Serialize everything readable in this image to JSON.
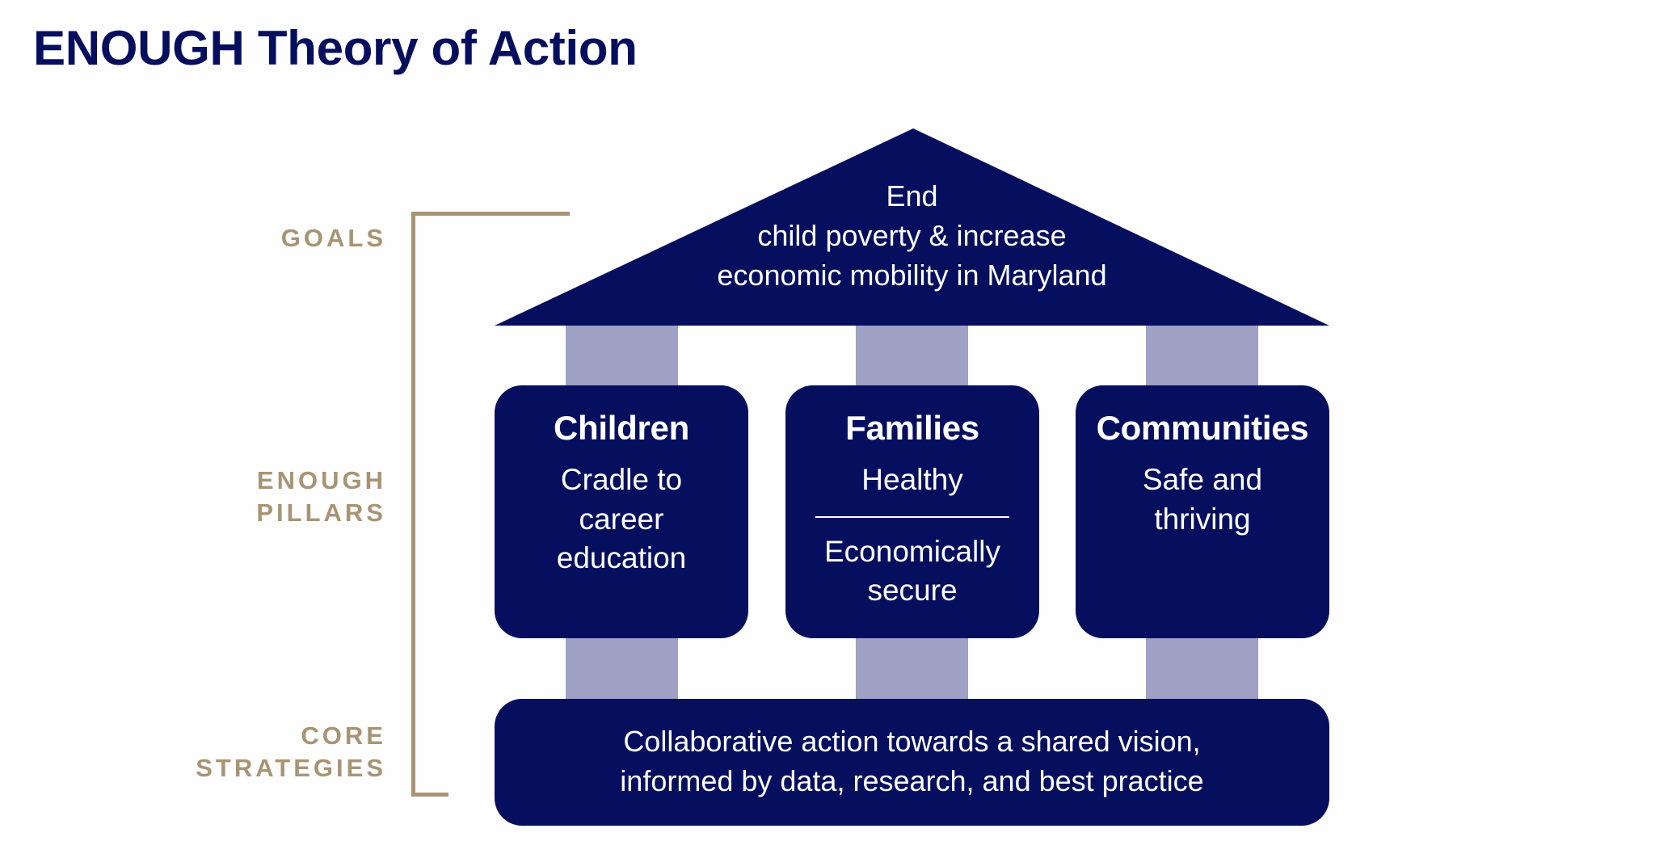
{
  "page": {
    "title": "ENOUGH Theory of Action"
  },
  "colors": {
    "navy": "#060F5E",
    "column": "#9EA0C4",
    "tan": "#A89474",
    "text_on_navy": "#FFFFFF",
    "background": "#FEFEFE"
  },
  "side_labels": {
    "goals": [
      "GOALS"
    ],
    "pillars": [
      "ENOUGH",
      "PILLARS"
    ],
    "strategies": [
      "CORE",
      "STRATEGIES"
    ]
  },
  "roof": {
    "lines": [
      "End",
      "child poverty & increase",
      "economic mobility in Maryland"
    ]
  },
  "pillars": [
    {
      "title": "Children",
      "lines": [
        "Cradle to",
        "career",
        "education"
      ]
    },
    {
      "title": "Families",
      "lines": [
        "Healthy"
      ],
      "lines_after_divider": [
        "Economically",
        "secure"
      ]
    },
    {
      "title": "Communities",
      "lines": [
        "Safe and",
        "thriving"
      ]
    }
  ],
  "base": {
    "lines": [
      "Collaborative action towards a shared vision,",
      "informed by data, research, and best practice"
    ]
  }
}
